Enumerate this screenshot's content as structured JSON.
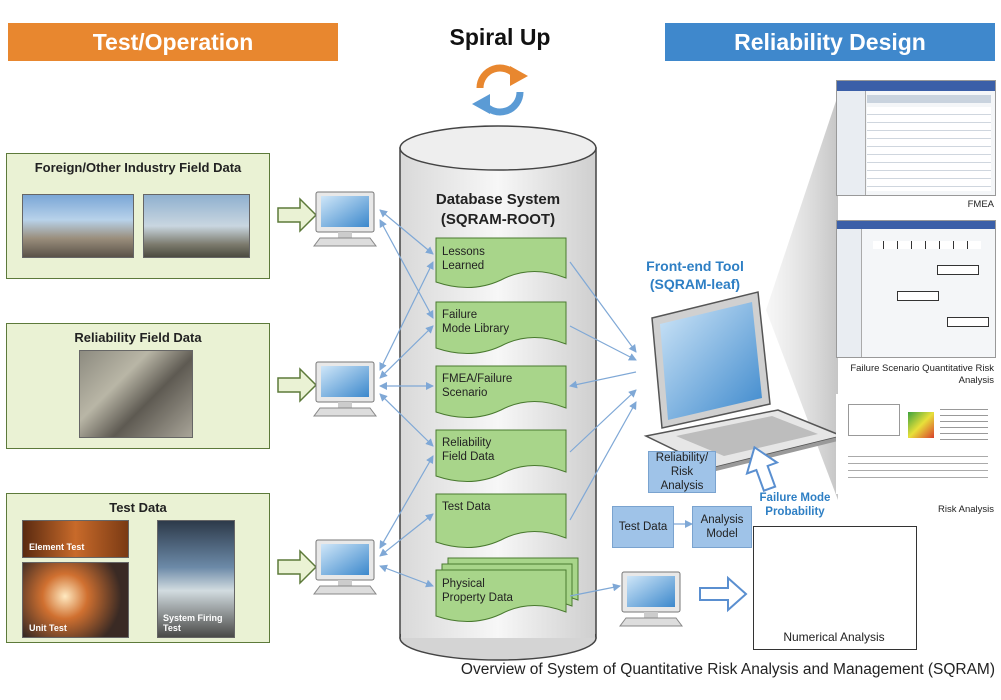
{
  "headers": {
    "left": "Test/Operation",
    "center": "Spiral Up",
    "right": "Reliability Design"
  },
  "sources": [
    {
      "title": "Foreign/Other Industry Field Data"
    },
    {
      "title": "Reliability Field Data"
    },
    {
      "title": "Test Data",
      "photo_labels": [
        "Element Test",
        "Unit Test",
        "System Firing Test"
      ]
    }
  ],
  "database": {
    "title_line1": "Database System",
    "title_line2": "(SQRAM-ROOT)",
    "documents": [
      {
        "line1": "Lessons",
        "line2": "Learned"
      },
      {
        "line1": "Failure",
        "line2": "Mode Library"
      },
      {
        "line1": "FMEA/Failure",
        "line2": "Scenario"
      },
      {
        "line1": "Reliability",
        "line2": "Field Data"
      },
      {
        "line1": "Test Data",
        "line2": ""
      },
      {
        "line1": "Physical",
        "line2": "Property Data"
      }
    ]
  },
  "frontend": {
    "line1": "Front-end Tool",
    "line2": "(SQRAM-leaf)"
  },
  "analysis_boxes": {
    "rel_line1": "Reliability/",
    "rel_line2": "Risk",
    "rel_line3": "Analysis",
    "test_data": "Test Data",
    "model_line1": "Analysis",
    "model_line2": "Model"
  },
  "failure_mode_probability": {
    "line1": "Failure Mode",
    "line2": "Probability"
  },
  "numerical_analysis": "Numerical Analysis",
  "screens": {
    "fmea": "FMEA",
    "scenario_line1": "Failure Scenario Quantitative Risk",
    "scenario_line2": "Analysis",
    "risk": "Risk Analysis"
  },
  "caption": "Overview of System of Quantitative Risk Analysis and Management (SQRAM)",
  "colors": {
    "orange": "#e8872f",
    "blue": "#3f88cc",
    "green_doc": "#a8d58a",
    "source_bg": "#eaf2d4",
    "arrow_blue": "#7fa8d6"
  }
}
